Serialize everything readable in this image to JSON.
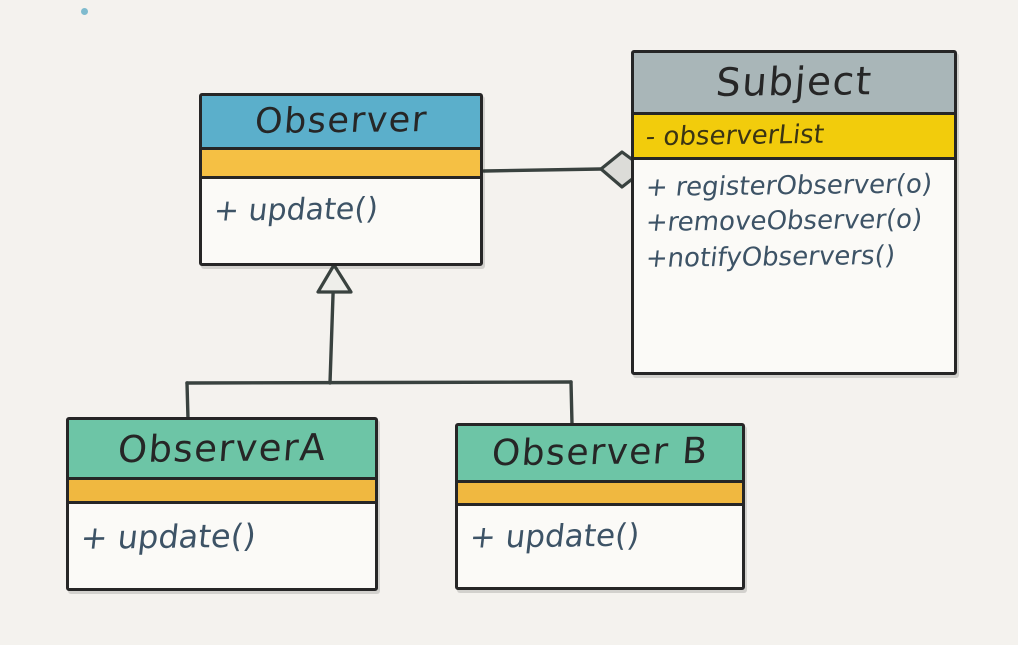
{
  "diagram": {
    "type": "uml-class-diagram",
    "pattern": "Observer",
    "background_color": "#f4f2ee",
    "stroke_color": "#262626",
    "method_text_color": "#3d5366",
    "artifact_dot_color": "#6ab2c8"
  },
  "classes": {
    "subject": {
      "name": "Subject",
      "header_color": "#a9b6b8",
      "attrs_color": "#f2cc0c",
      "attributes": [
        "- observerList"
      ],
      "methods": [
        "+ registerObserver(o)",
        "+removeObserver(o)",
        "+notifyObservers()"
      ]
    },
    "observer": {
      "name": "Observer",
      "header_color": "#5bafcb",
      "attrs_color": "#f5c044",
      "attributes": [],
      "methods": [
        "+ update()"
      ]
    },
    "observer_a": {
      "name": "ObserverA",
      "header_color": "#6dc5a6",
      "attrs_color": "#f0b840",
      "attributes": [],
      "methods": [
        "+ update()"
      ]
    },
    "observer_b": {
      "name": "Observer B",
      "header_color": "#6dc5a6",
      "attrs_color": "#f0b840",
      "attributes": [],
      "methods": [
        "+ update()"
      ]
    }
  },
  "relationships": [
    {
      "id": "aggregation-observer-subject",
      "kind": "aggregation",
      "from": "Subject",
      "to": "Observer",
      "marker": "hollow-diamond"
    },
    {
      "id": "generalization-observer-a",
      "kind": "generalization",
      "from": "ObserverA",
      "to": "Observer",
      "marker": "hollow-triangle"
    },
    {
      "id": "generalization-observer-b",
      "kind": "generalization",
      "from": "Observer B",
      "to": "Observer",
      "marker": "hollow-triangle"
    }
  ]
}
